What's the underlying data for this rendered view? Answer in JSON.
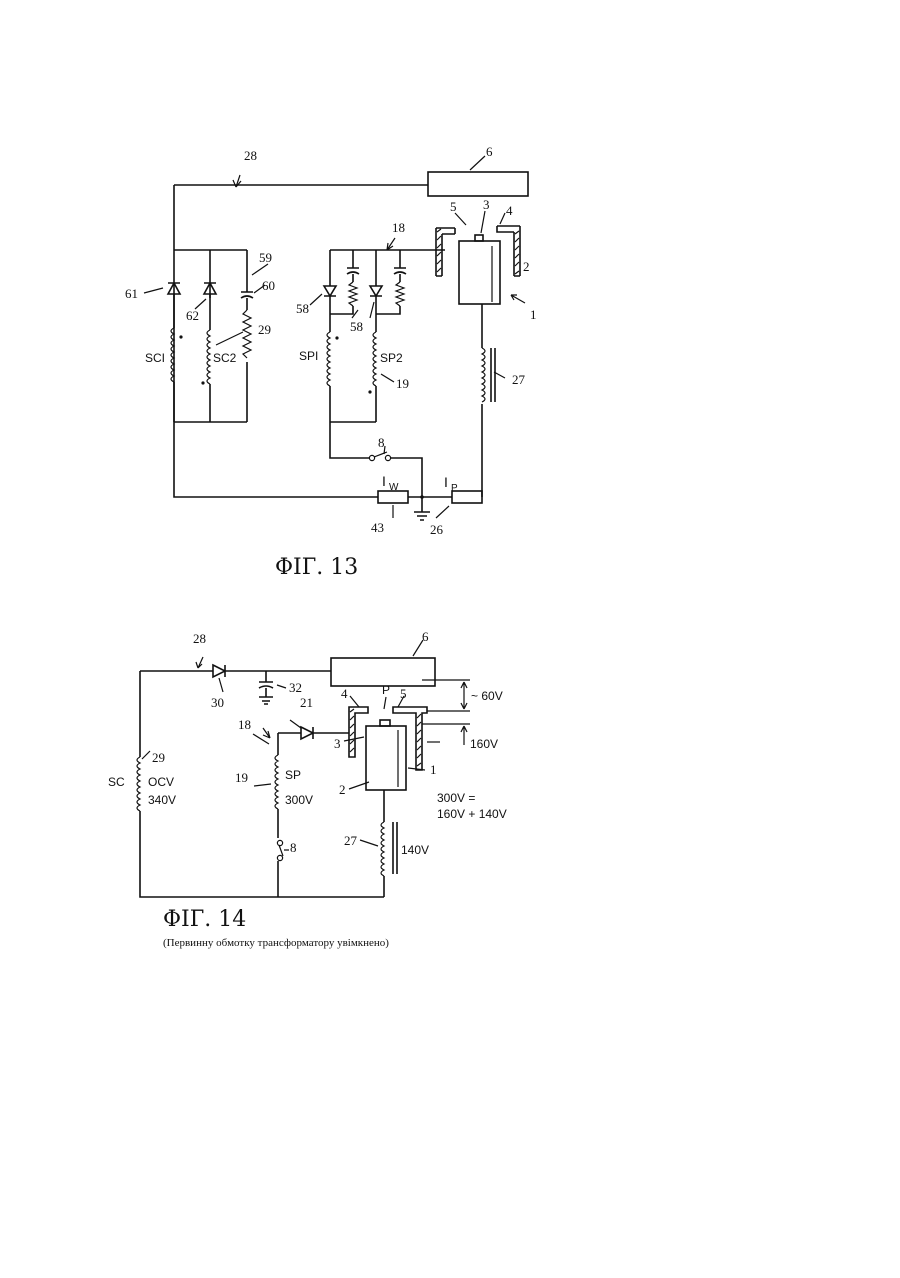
{
  "fig13": {
    "caption": "ΦIГ. 13",
    "refs": {
      "r28": "28",
      "r6": "6",
      "r18": "18",
      "r5": "5",
      "r3": "3",
      "r4": "4",
      "r59": "59",
      "r60": "60",
      "r61": "61",
      "r62": "62",
      "r29": "29",
      "r2": "2",
      "r58a": "58",
      "r58b": "58",
      "r1": "1",
      "r19": "19",
      "r27": "27",
      "r8": "8",
      "r43": "43",
      "r26": "26"
    },
    "labels": {
      "sc1": "SCI",
      "sc2": "SC2",
      "sp1": "SPI",
      "sp2": "SP2",
      "iw": "I",
      "iw_sub": "W",
      "ip": "I",
      "ip_sub": "P"
    }
  },
  "fig14": {
    "caption": "ΦIГ. 14",
    "subcaption": "(Первинну обмотку трансформатору увімкнено)",
    "refs": {
      "r28": "28",
      "r6": "6",
      "r30": "30",
      "r32": "32",
      "r4": "4",
      "rP": "P",
      "r5": "5",
      "r21": "21",
      "r18": "18",
      "r3": "3",
      "r29": "29",
      "r1": "1",
      "r19": "19",
      "r2": "2",
      "r8": "8",
      "r27": "27"
    },
    "labels": {
      "sc": "SC",
      "ocv": "OCV",
      "v340": "340V",
      "sp": "SP",
      "v300": "300V",
      "v60": "~ 60V",
      "v160": "160V",
      "eq1": "300V =",
      "eq2": "160V + 140V",
      "v140": "140V"
    }
  }
}
